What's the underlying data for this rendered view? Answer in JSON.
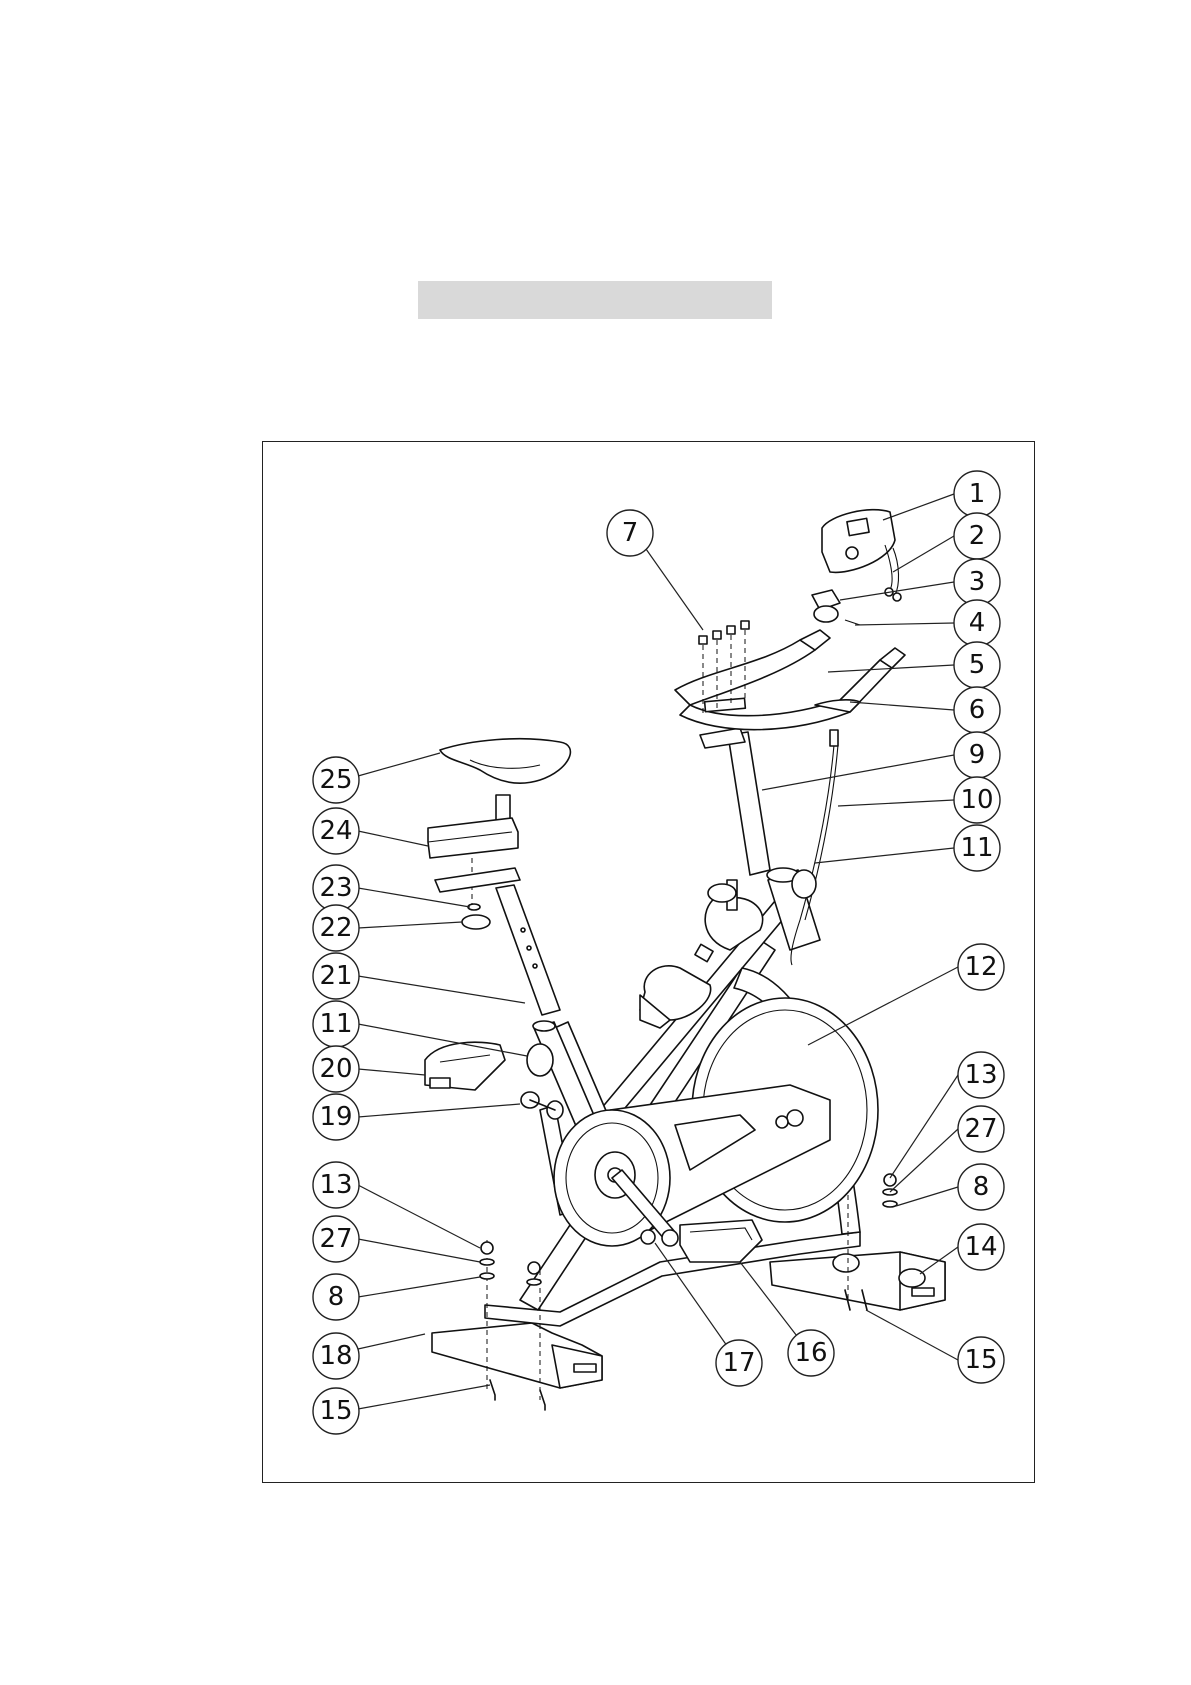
{
  "diagram": {
    "callouts": [
      {
        "id": "c1",
        "label": "1"
      },
      {
        "id": "c2",
        "label": "2"
      },
      {
        "id": "c3",
        "label": "3"
      },
      {
        "id": "c4",
        "label": "4"
      },
      {
        "id": "c5",
        "label": "5"
      },
      {
        "id": "c6",
        "label": "6"
      },
      {
        "id": "c7",
        "label": "7"
      },
      {
        "id": "c9",
        "label": "9"
      },
      {
        "id": "c10",
        "label": "10"
      },
      {
        "id": "c11r",
        "label": "11"
      },
      {
        "id": "c12",
        "label": "12"
      },
      {
        "id": "c13r",
        "label": "13"
      },
      {
        "id": "c27r",
        "label": "27"
      },
      {
        "id": "c8r",
        "label": "8"
      },
      {
        "id": "c14",
        "label": "14"
      },
      {
        "id": "c15r",
        "label": "15"
      },
      {
        "id": "c16",
        "label": "16"
      },
      {
        "id": "c17",
        "label": "17"
      },
      {
        "id": "c25",
        "label": "25"
      },
      {
        "id": "c24",
        "label": "24"
      },
      {
        "id": "c23",
        "label": "23"
      },
      {
        "id": "c22",
        "label": "22"
      },
      {
        "id": "c21",
        "label": "21"
      },
      {
        "id": "c11l",
        "label": "11"
      },
      {
        "id": "c20",
        "label": "20"
      },
      {
        "id": "c19",
        "label": "19"
      },
      {
        "id": "c13l",
        "label": "13"
      },
      {
        "id": "c27l",
        "label": "27"
      },
      {
        "id": "c8l",
        "label": "8"
      },
      {
        "id": "c18",
        "label": "18"
      },
      {
        "id": "c15l",
        "label": "15"
      }
    ]
  }
}
